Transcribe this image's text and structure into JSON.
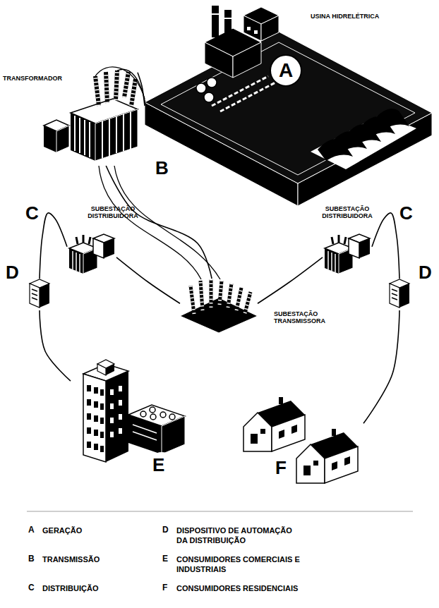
{
  "diagram": {
    "nodes": [
      {
        "text": [
          "USINA HIDRELÉTRICA",
          "A"
        ]
      },
      {
        "text": [
          "TRANSFORMADOR"
        ]
      },
      {
        "text": [
          "SUBESTAÇÃO DISTRIBUIDORA"
        ]
      },
      {
        "text": [
          "SUBESTAÇÃO DISTRIBUIDORA"
        ]
      },
      {
        "text": [
          "D"
        ]
      },
      {
        "text": [
          "SUBESTAÇÃO TRANSMISSORA"
        ]
      },
      {
        "text": [
          "D"
        ]
      },
      {
        "text": [
          "E"
        ]
      },
      {
        "text": [
          "F"
        ]
      }
    ],
    "edges": [
      {
        "from": 0,
        "to": 1,
        "arrow": "none"
      },
      {
        "from": 1,
        "to": 5,
        "arrow": "none"
      },
      {
        "from": 5,
        "to": 2,
        "arrow": "none"
      },
      {
        "from": 5,
        "to": 3,
        "arrow": "none"
      },
      {
        "from": 2,
        "to": 4,
        "arrow": "none"
      },
      {
        "from": 3,
        "to": 6,
        "arrow": "none"
      },
      {
        "from": 4,
        "to": 7,
        "arrow": "none"
      },
      {
        "from": 6,
        "to": 8,
        "arrow": "none"
      }
    ],
    "labels": [
      "B",
      "C",
      "C",
      "A",
      "B",
      "C",
      "D",
      "E",
      "F"
    ],
    "legend": [
      {
        "text": "GERAÇÃO"
      },
      {
        "text": "TRANSMISSÃO"
      },
      {
        "text": "DISTRIBUIÇÃO"
      },
      {
        "text": "DISPOSITIVO DE AUTOMAÇÃO DA DISTRIBUIÇÃO"
      },
      {
        "text": "CONSUMIDORES COMERCIAIS E INDUSTRIAIS"
      },
      {
        "text": "CONSUMIDORES RESIDENCIAIS"
      }
    ]
  }
}
